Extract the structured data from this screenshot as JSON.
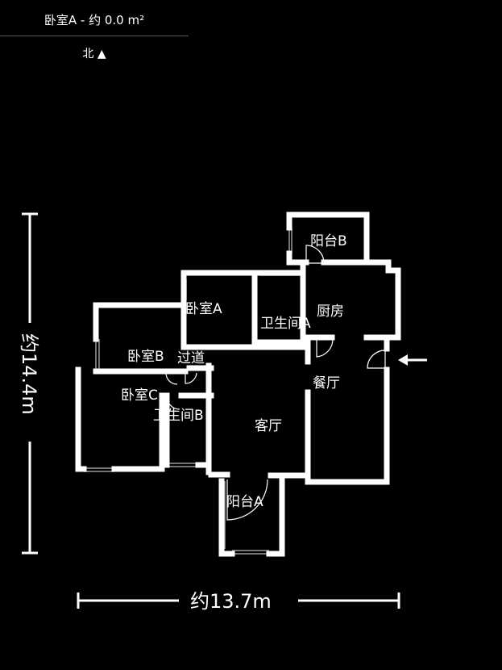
{
  "header": {
    "title": "卧室A - 约 0.0 m²",
    "north": "北 ▲"
  },
  "plan": {
    "rooms": {
      "bedroom_a": "卧室A",
      "bedroom_b": "卧室B",
      "bedroom_c": "卧室C",
      "bathroom_a": "卫生间A",
      "bathroom_b": "卫生间B",
      "corridor": "过道",
      "kitchen": "厨房",
      "dining": "餐厅",
      "living": "客厅",
      "balcony_a": "阳台A",
      "balcony_b": "阳台B"
    },
    "dimensions": {
      "width": "约13.7m",
      "height": "约14.4m"
    },
    "entrance": "arrow-left-icon"
  },
  "colors": {
    "background": "#000000",
    "walls": "#ffffff",
    "windows": "#9a9a9a"
  }
}
